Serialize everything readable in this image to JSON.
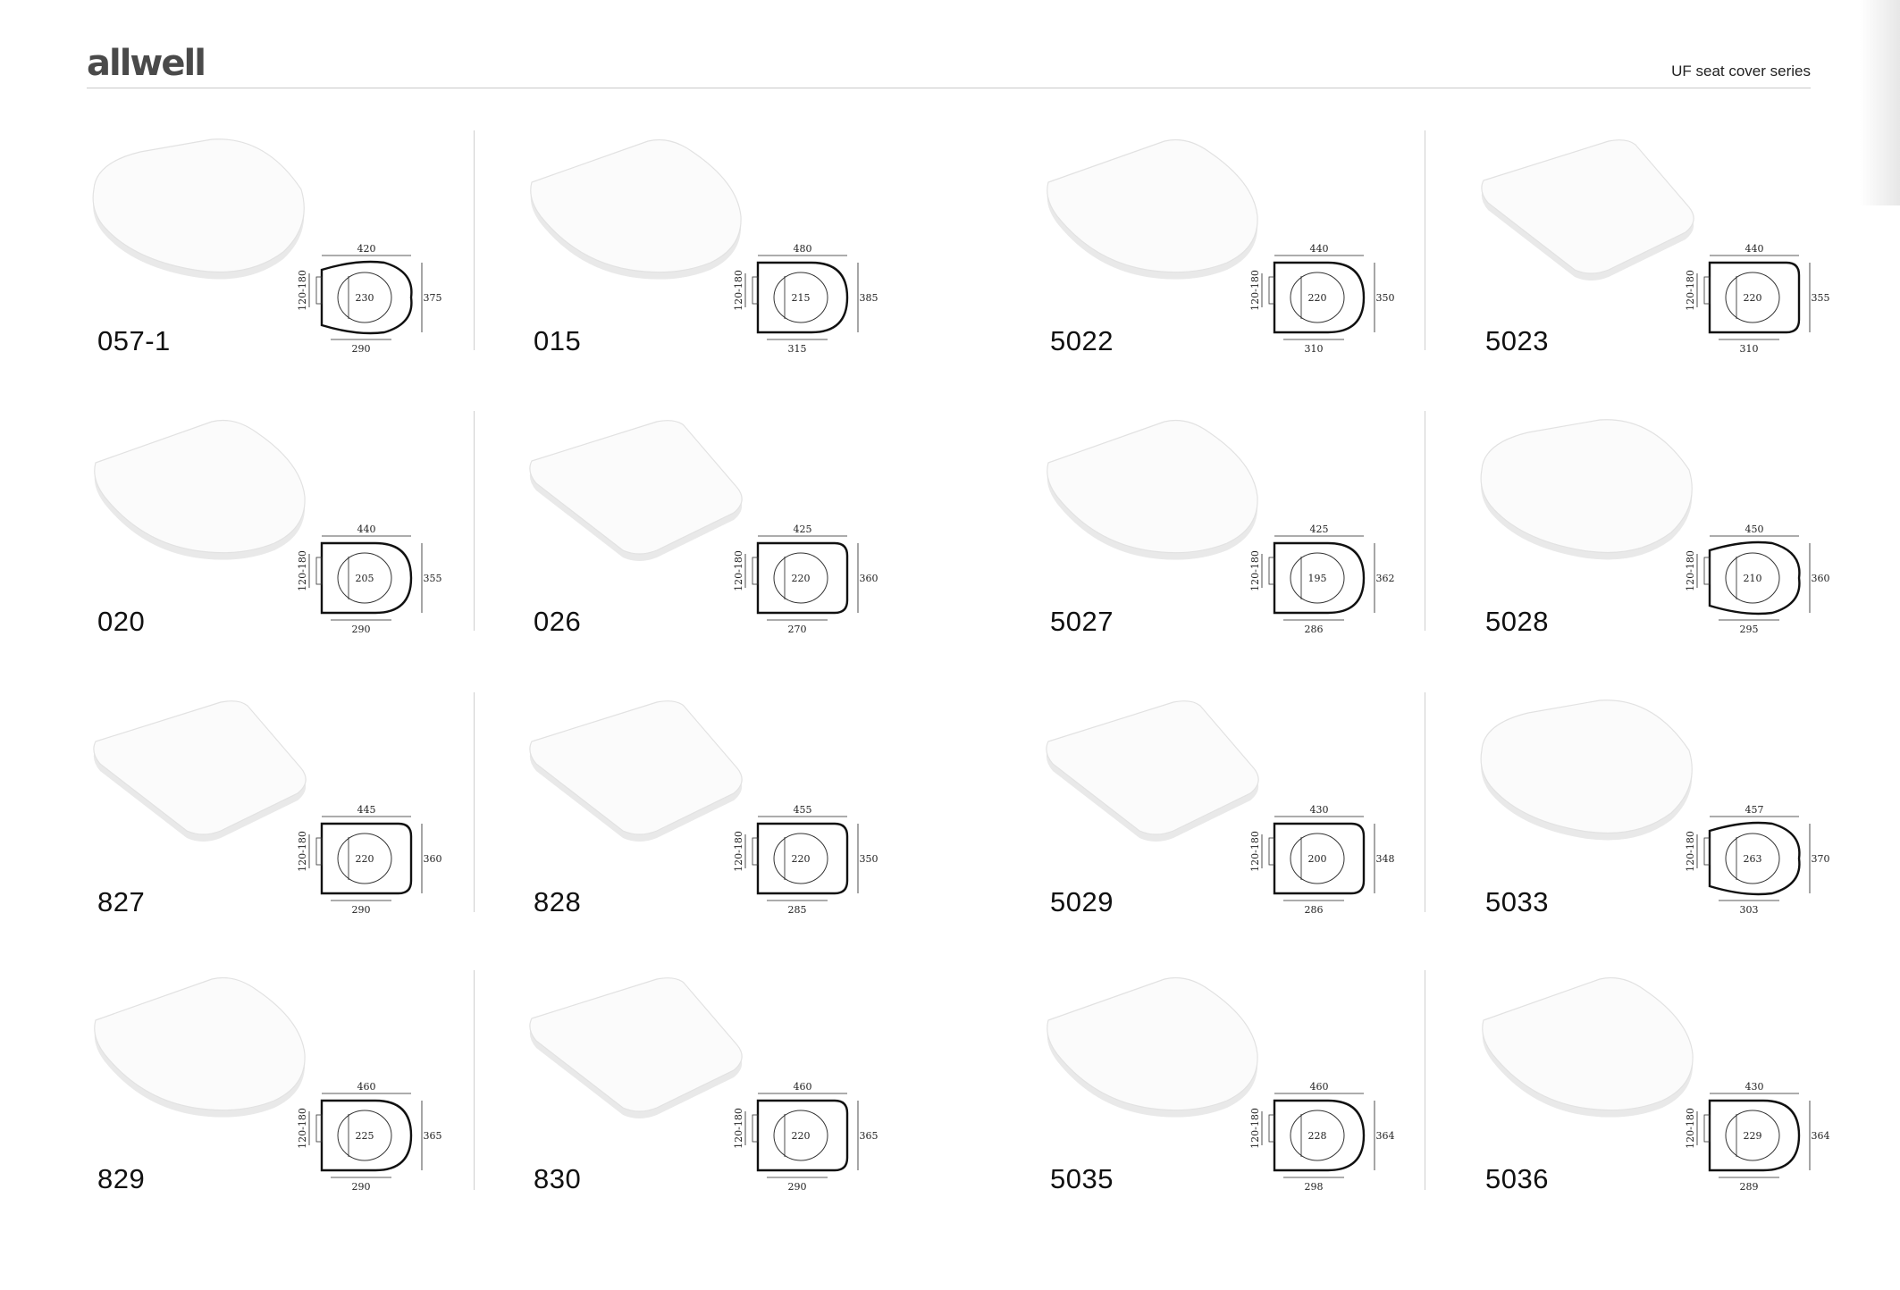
{
  "header": {
    "logo": "allwell",
    "series": "UF seat cover series"
  },
  "products": [
    {
      "code": "057-1",
      "width": "420",
      "length": "375",
      "hole": "230",
      "back": "290",
      "hinge": "120-180",
      "shape": "oval"
    },
    {
      "code": "015",
      "width": "480",
      "length": "385",
      "hole": "215",
      "back": "315",
      "hinge": "120-180",
      "shape": "d"
    },
    {
      "code": "5022",
      "width": "440",
      "length": "350",
      "hole": "220",
      "back": "310",
      "hinge": "120-180",
      "shape": "d"
    },
    {
      "code": "5023",
      "width": "440",
      "length": "355",
      "hole": "220",
      "back": "310",
      "hinge": "120-180",
      "shape": "square"
    },
    {
      "code": "020",
      "width": "440",
      "length": "355",
      "hole": "205",
      "back": "290",
      "hinge": "120-180",
      "shape": "d"
    },
    {
      "code": "026",
      "width": "425",
      "length": "360",
      "hole": "220",
      "back": "270",
      "hinge": "120-180",
      "shape": "square"
    },
    {
      "code": "5027",
      "width": "425",
      "length": "362",
      "hole": "195",
      "back": "286",
      "hinge": "120-180",
      "shape": "d"
    },
    {
      "code": "5028",
      "width": "450",
      "length": "360",
      "hole": "210",
      "back": "295",
      "hinge": "120-180",
      "shape": "oval"
    },
    {
      "code": "827",
      "width": "445",
      "length": "360",
      "hole": "220",
      "back": "290",
      "hinge": "120-180",
      "shape": "square"
    },
    {
      "code": "828",
      "width": "455",
      "length": "350",
      "hole": "220",
      "back": "285",
      "hinge": "120-180",
      "shape": "square"
    },
    {
      "code": "5029",
      "width": "430",
      "length": "348",
      "hole": "200",
      "back": "286",
      "hinge": "120-180",
      "shape": "square"
    },
    {
      "code": "5033",
      "width": "457",
      "length": "370",
      "hole": "263",
      "back": "303",
      "hinge": "120-180",
      "shape": "oval"
    },
    {
      "code": "829",
      "width": "460",
      "length": "365",
      "hole": "225",
      "back": "290",
      "hinge": "120-180",
      "shape": "d"
    },
    {
      "code": "830",
      "width": "460",
      "length": "365",
      "hole": "220",
      "back": "290",
      "hinge": "120-180",
      "shape": "square"
    },
    {
      "code": "5035",
      "width": "460",
      "length": "364",
      "hole": "228",
      "back": "298",
      "hinge": "120-180",
      "shape": "d"
    },
    {
      "code": "5036",
      "width": "430",
      "length": "364",
      "hole": "229",
      "back": "289",
      "hinge": "120-180",
      "shape": "d"
    }
  ]
}
